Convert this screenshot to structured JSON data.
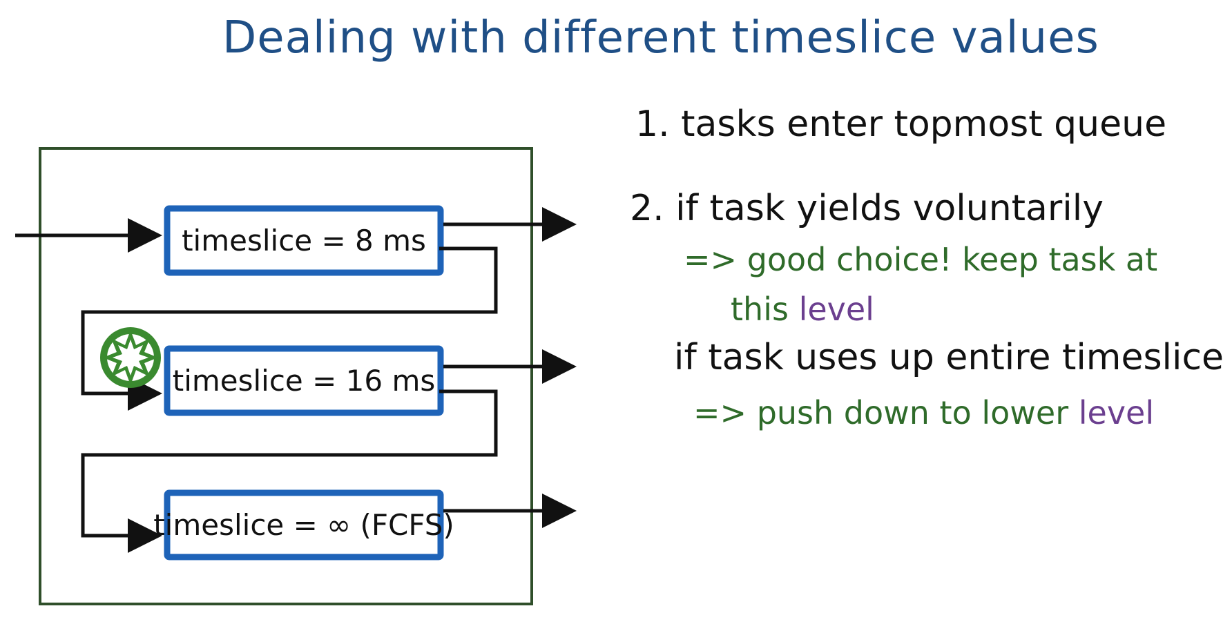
{
  "title": "Dealing with different timeslice values",
  "queues": [
    {
      "label": "timeslice = 8 ms"
    },
    {
      "label": "timeslice = 16 ms"
    },
    {
      "label": "timeslice = ∞ (FCFS)"
    }
  ],
  "notes": {
    "n1_prefix": "1.",
    "n1_text": "tasks enter topmost queue",
    "n2_prefix": "2.",
    "n2_text": "if task yields voluntarily",
    "n2_result_a": "=> good choice! keep task at",
    "n2_result_b": "this",
    "n2_result_b_level": "level",
    "n3_text": "if task uses up entire timeslice",
    "n3_result": "=> push down to lower",
    "n3_result_level": "level"
  },
  "colors": {
    "title": "#1f4f86",
    "queue_border": "#1e63b8",
    "frame": "#2f4f2a",
    "marker": "#3a8a2f",
    "note_black": "#111111",
    "note_green": "#2f6b2a",
    "note_purple": "#6b3f8f"
  },
  "icons": {
    "marker": "star-burst-icon"
  }
}
